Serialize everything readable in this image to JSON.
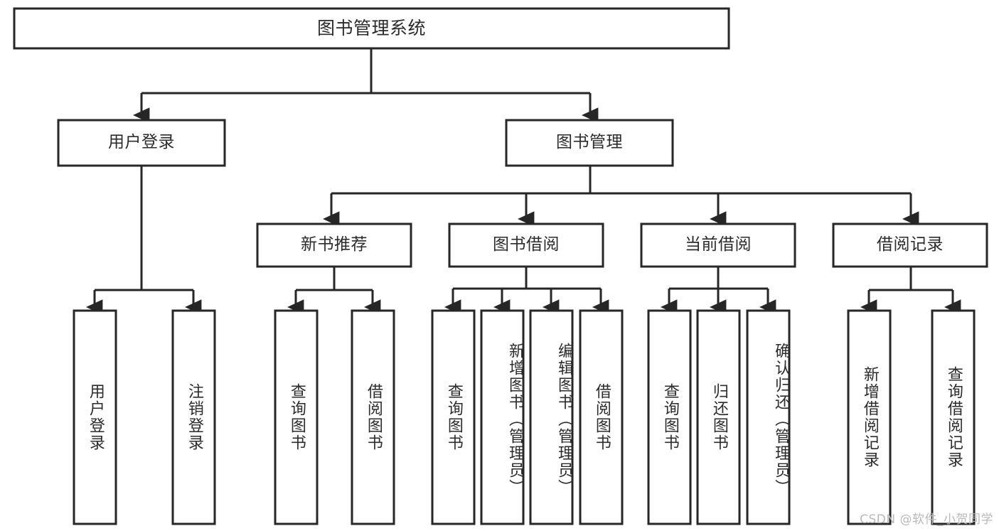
{
  "diagram": {
    "title": "图书管理系统",
    "type": "tree-hierarchy-chart",
    "root": {
      "label": "图书管理系统"
    },
    "level2": [
      {
        "label": "用户登录"
      },
      {
        "label": "图书管理"
      }
    ],
    "level3": [
      {
        "label": "新书推荐"
      },
      {
        "label": "图书借阅"
      },
      {
        "label": "当前借阅"
      },
      {
        "label": "借阅记录"
      }
    ],
    "leaves": {
      "user_login": [
        {
          "label": "用户登录"
        },
        {
          "label": "注销登录"
        }
      ],
      "new_book_recommend": [
        {
          "label": "查询图书"
        },
        {
          "label": "借阅图书"
        }
      ],
      "book_borrow": [
        {
          "label": "查询图书"
        },
        {
          "label": "新增图书（管理员）"
        },
        {
          "label": "编辑图书（管理员）"
        },
        {
          "label": "借阅图书"
        }
      ],
      "current_borrow": [
        {
          "label": "查询图书"
        },
        {
          "label": "归还图书"
        },
        {
          "label": "确认归还（管理员）"
        }
      ],
      "borrow_record": [
        {
          "label": "新增借阅记录"
        },
        {
          "label": "查询借阅记录"
        }
      ]
    }
  },
  "watermark": {
    "text": "CSDN @软件_小贺同学"
  },
  "colors": {
    "stroke": "#262626",
    "fill": "#ffffff",
    "text": "#2b2b2b",
    "watermark": "#b9b9b9"
  }
}
